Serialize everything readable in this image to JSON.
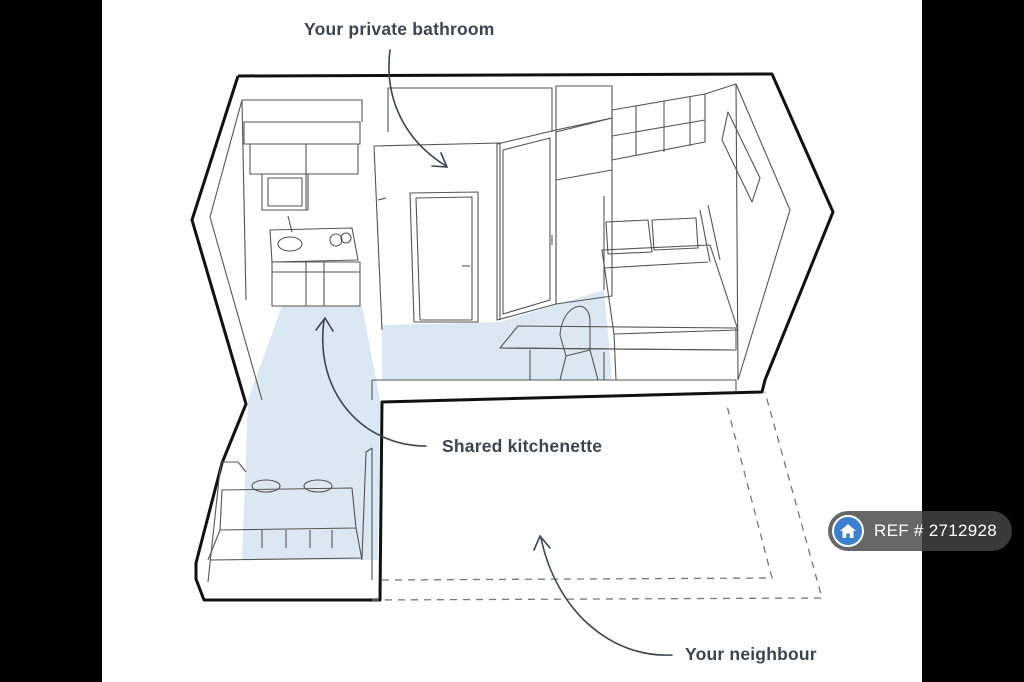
{
  "labels": {
    "bathroom": "Your private bathroom",
    "kitchenette": "Shared kitchenette",
    "neighbour": "Your neighbour"
  },
  "badge": {
    "text": "REF # 2712928",
    "icon": "home-icon"
  },
  "colors": {
    "floor": "#dbe7f3",
    "outline": "#111111",
    "line": "#555555",
    "label": "#3d4451",
    "badge_icon": "#3b7fd0"
  }
}
